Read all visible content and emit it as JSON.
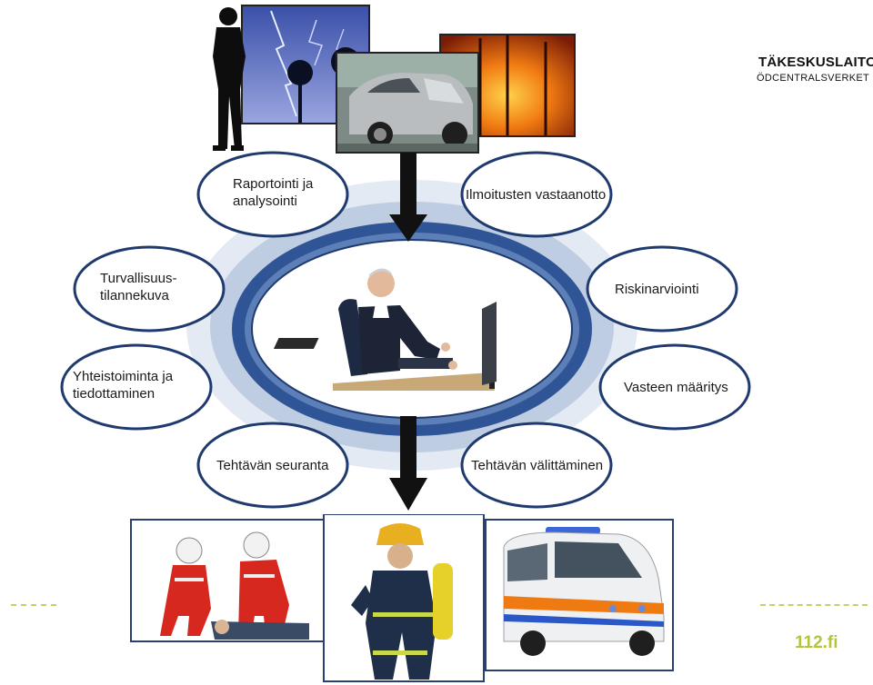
{
  "brand": {
    "line1": "TÄKESKUSLAITOS",
    "line2": "ÖDCENTRALSVERKET"
  },
  "site": "112.fi",
  "bubbles": [
    {
      "id": "raportointi",
      "lines": [
        "Raportointi ja",
        "analysointi"
      ]
    },
    {
      "id": "ilmoitusten",
      "lines": [
        "Ilmoitusten vastaanotto"
      ]
    },
    {
      "id": "turvallisuus",
      "lines": [
        "Turvallisuus-",
        "tilannekuva"
      ]
    },
    {
      "id": "riskinarviointi",
      "lines": [
        "Riskinarviointi"
      ]
    },
    {
      "id": "yhteistoiminta",
      "lines": [
        "Yhteistoiminta ja",
        "tiedottaminen"
      ]
    },
    {
      "id": "vasteen",
      "lines": [
        "Vasteen määritys"
      ]
    },
    {
      "id": "seuranta",
      "lines": [
        "Tehtävän seuranta"
      ]
    },
    {
      "id": "valittaminen",
      "lines": [
        "Tehtävän välittäminen"
      ]
    }
  ],
  "colors": {
    "ring_dark": "#2f5596",
    "ring_mid": "#8fa8cf",
    "ring_light": "#d5dfee",
    "bubble_border": "#1f3a6e",
    "arrow": "#111111",
    "accent_green": "#b6c43a"
  }
}
